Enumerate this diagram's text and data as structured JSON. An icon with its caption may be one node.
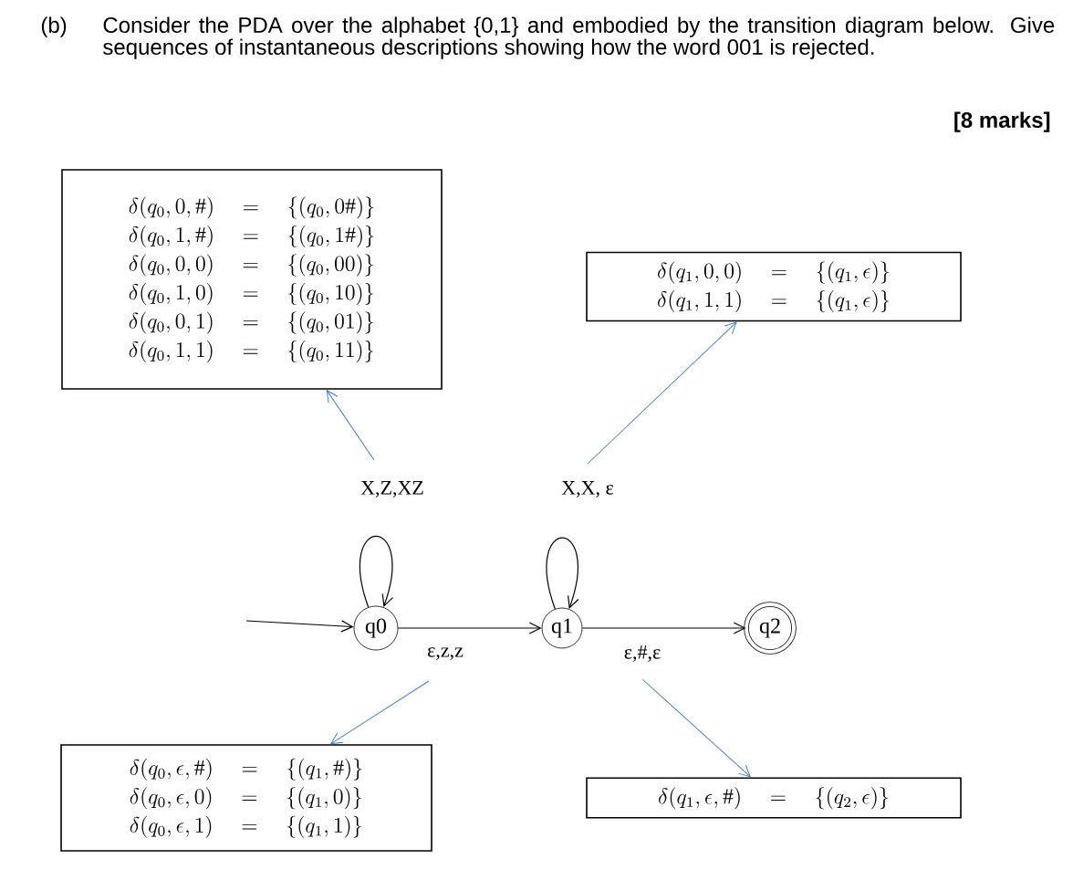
{
  "diagram": {
    "nodes": [
      {
        "text": [
          "\\delta(q_0,0,\\#) \\quad = \\quad \\{(q_0,0\\#)\\}",
          "\\delta(q_0,1,\\#) \\quad = \\quad \\{(q_0,1\\#)\\}",
          "\\delta(q_0,0,0) \\quad = \\quad \\{(q_0,00)\\}",
          "\\delta(q_0,1,0) \\quad = \\quad \\{(q_0,10)\\}",
          "\\delta(q_0,0,1) \\quad = \\quad \\{(q_0,01)\\}",
          "\\delta(q_0,1,1) \\quad = \\quad \\{(q_0,11)\\}"
        ]
      },
      {
        "text": [
          "\\delta(q_1,0,0) \\quad = \\quad \\{(q_1,\\epsilon)\\}",
          "\\delta(q_1,1,1) \\quad = \\quad \\{(q_1,\\epsilon)\\}"
        ]
      },
      {
        "text": [
          "q0"
        ]
      },
      {
        "text": [
          "q1"
        ]
      },
      {
        "text": [
          "q2"
        ]
      },
      {
        "text": [
          "\\delta(q_0,\\epsilon,\\#) \\quad = \\quad \\{(q_1,\\#)\\}",
          "\\delta(q_0,\\epsilon,0) \\quad = \\quad \\{(q_1,0)\\}",
          "\\delta(q_0,\\epsilon,1) \\quad = \\quad \\{(q_1,1)\\}"
        ]
      },
      {
        "text": [
          "\\delta(q_1,\\epsilon,\\#) \\quad = \\quad \\{(q_2,\\epsilon)\\}"
        ]
      }
    ],
    "edges": [
      {
        "from": null,
        "to": 2,
        "arrow": "to"
      },
      {
        "from": 2,
        "to": 2,
        "arrow": "to",
        "label": "X,Z,XZ"
      },
      {
        "from": 3,
        "to": 3,
        "arrow": "to",
        "label": "X,X, ε"
      },
      {
        "from": 2,
        "to": 3,
        "arrow": "to",
        "label": "ε,z,z"
      },
      {
        "from": 3,
        "to": 4,
        "arrow": "to",
        "label": "ε,#,ε"
      },
      {
        "from": null,
        "to": 0,
        "arrow": "to",
        "color": "#4a7ebb"
      },
      {
        "from": null,
        "to": 1,
        "arrow": "to",
        "color": "#4a7ebb"
      },
      {
        "from": null,
        "to": 5,
        "arrow": "to",
        "color": "#4a7ebb"
      },
      {
        "from": null,
        "to": 6,
        "arrow": "to",
        "color": "#4a7ebb"
      }
    ],
    "labels": [
      "(b)",
      "Consider the PDA over the alphabet {0,1} and embodied by the transition diagram below. Give sequences of instantaneous descriptions showing how the word 001 is rejected.",
      "[8 marks]"
    ]
  }
}
